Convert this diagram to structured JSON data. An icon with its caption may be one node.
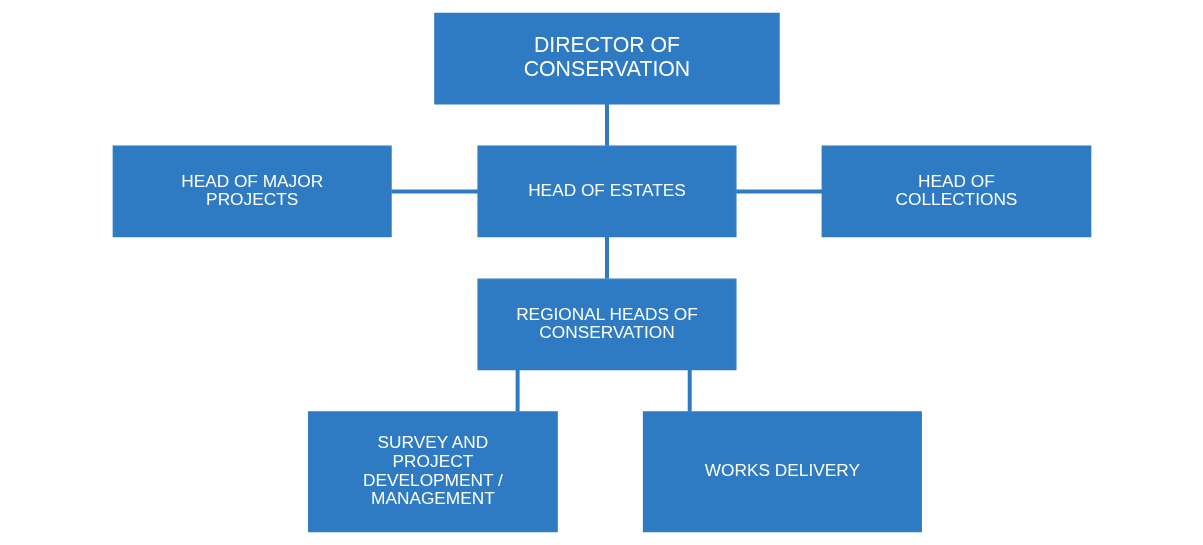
{
  "diagram": {
    "nodes": [
      {
        "text": [
          "DIRECTOR OF CONSERVATION"
        ]
      },
      {
        "text": [
          "HEAD OF MAJOR PROJECTS"
        ]
      },
      {
        "text": [
          "HEAD OF ESTATES"
        ]
      },
      {
        "text": [
          "HEAD OF COLLECTIONS"
        ]
      },
      {
        "text": [
          "REGIONAL HEADS OF CONSERVATION"
        ]
      },
      {
        "text": [
          "SURVEY AND PROJECT DEVELOPMENT / MANAGEMENT"
        ]
      },
      {
        "text": [
          "WORKS DELIVERY"
        ]
      }
    ],
    "edges": [
      {
        "from": 0,
        "to": 2,
        "arrow": "none"
      },
      {
        "from": 1,
        "to": 2,
        "arrow": "none"
      },
      {
        "from": 2,
        "to": 3,
        "arrow": "none"
      },
      {
        "from": 2,
        "to": 4,
        "arrow": "none"
      },
      {
        "from": 4,
        "to": 5,
        "arrow": "none"
      },
      {
        "from": 4,
        "to": 6,
        "arrow": "none"
      }
    ]
  }
}
